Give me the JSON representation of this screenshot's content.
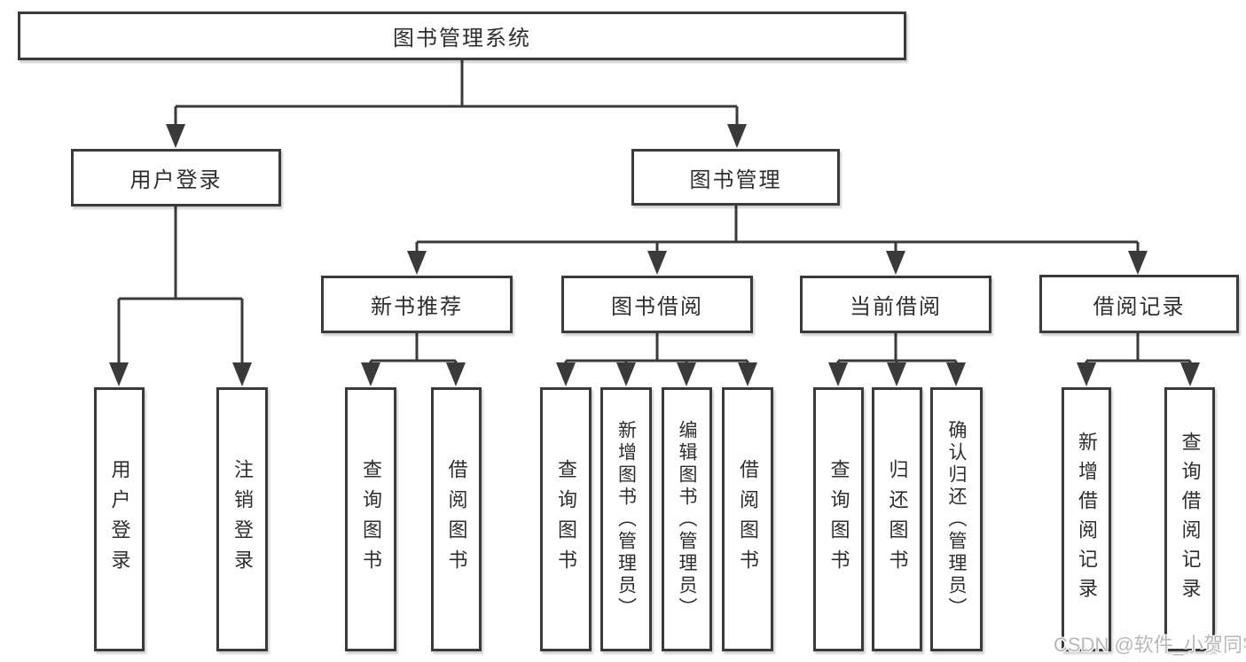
{
  "diagram_type": "tree",
  "tree": {
    "root": "图书管理系统",
    "children": [
      {
        "label": "用户登录",
        "children": [
          "用户登录",
          "注销登录"
        ]
      },
      {
        "label": "图书管理",
        "children": [
          {
            "label": "新书推荐",
            "children": [
              "查询图书",
              "借阅图书"
            ]
          },
          {
            "label": "图书借阅",
            "children": [
              "查询图书",
              "新增图书（管理员）",
              "编辑图书（管理员）",
              "借阅图书"
            ]
          },
          {
            "label": "当前借阅",
            "children": [
              "查询图书",
              "归还图书",
              "确认归还（管理员）"
            ]
          },
          {
            "label": "借阅记录",
            "children": [
              "新增借阅记录",
              "查询借阅记录"
            ]
          }
        ]
      }
    ]
  },
  "watermark": {
    "text": "CSDN @软件_小贺同学"
  },
  "colors": {
    "line": "#3a3a3a",
    "box_border": "#3a3a3a",
    "text": "#2e2e2e",
    "background": "#ffffff",
    "watermark": "#b8b8b8"
  }
}
